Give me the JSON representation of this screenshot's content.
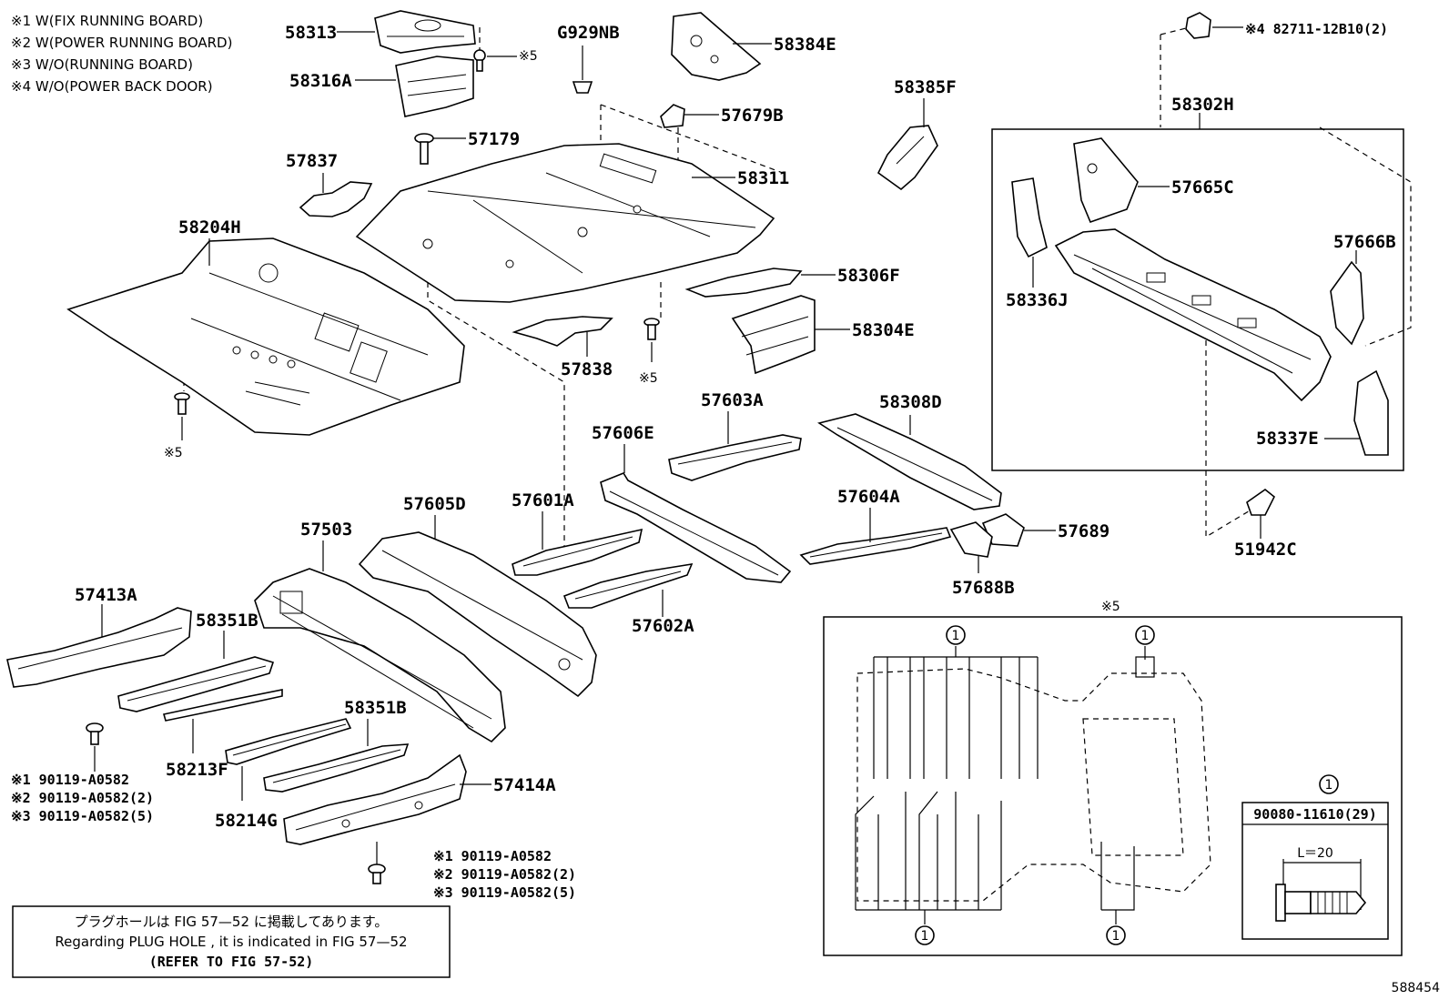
{
  "notes": [
    "※1 W(FIX RUNNING BOARD)",
    "※2 W(POWER RUNNING BOARD)",
    "※3 W/O(RUNNING BOARD)",
    "※4 W/O(POWER BACK DOOR)"
  ],
  "labels": {
    "p58313": "58313",
    "p58316A": "58316A",
    "mark5_top": "※5",
    "pG929NB": "G929NB",
    "p58384E": "58384E",
    "p58385F": "58385F",
    "p82711": "※4 82711-12B10(2)",
    "p58302H": "58302H",
    "p57679B": "57679B",
    "p57179": "57179",
    "p57837": "57837",
    "p58311": "58311",
    "p57665C": "57665C",
    "p58204H": "58204H",
    "p58306F": "58306F",
    "p57666B": "57666B",
    "p58336J": "58336J",
    "p58304E": "58304E",
    "p57838": "57838",
    "mark5_mid": "※5",
    "mark5_left": "※5",
    "p57603A": "57603A",
    "p58308D": "58308D",
    "p58337E": "58337E",
    "p57606E": "57606E",
    "p57605D": "57605D",
    "p57601A": "57601A",
    "p57604A": "57604A",
    "p57689": "57689",
    "p51942C": "51942C",
    "p57503": "57503",
    "p57688B": "57688B",
    "p57413A": "57413A",
    "p58351B_a": "58351B",
    "p57602A": "57602A",
    "p58351B_b": "58351B",
    "p58213F": "58213F",
    "p57414A": "57414A",
    "p58214G": "58214G"
  },
  "bolt_left": [
    "※1 90119-A0582",
    "※2 90119-A0582(2)",
    "※3 90119-A0582(5)"
  ],
  "bolt_right": [
    "※1 90119-A0582",
    "※2 90119-A0582(2)",
    "※3 90119-A0582(5)"
  ],
  "plug_note": {
    "jp": "プラグホールは FIG 57—52 に掲載してあります。",
    "en": "Regarding  PLUG  HOLE , it is indicated in  FIG  57—52",
    "ref": "(REFER TO FIG 57-52)"
  },
  "detail_box": {
    "title": "※5",
    "callout": "1",
    "clip_part": "90080-11610(29)",
    "length": "L＝20"
  },
  "figure_id": "588454"
}
